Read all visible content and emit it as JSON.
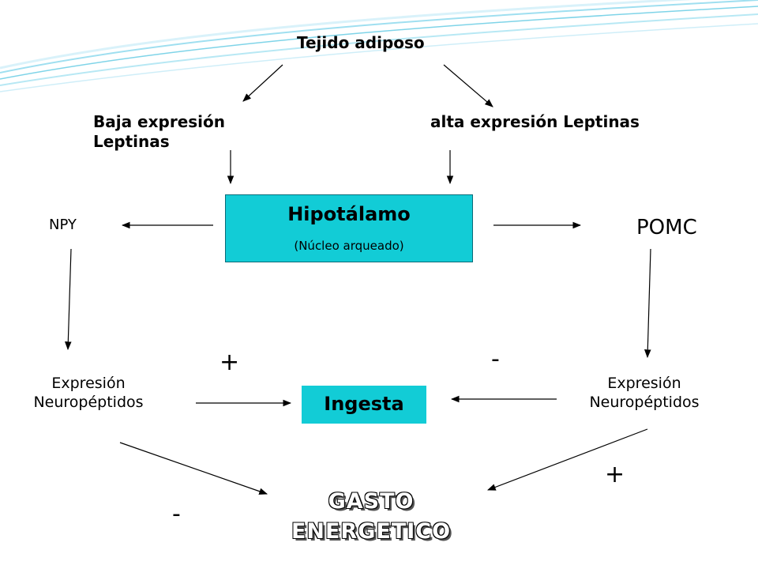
{
  "diagram": {
    "source": "Tejido adiposo",
    "low_leptin": "Baja expresión Leptinas",
    "high_leptin": "alta expresión Leptinas",
    "hypothalamus_title": "Hipotálamo",
    "hypothalamus_subtitle": "(Núcleo arqueado)",
    "npy": "NPY",
    "pomc": "POMC",
    "expression_left": "Expresión Neuropéptidos",
    "expression_right": "Expresión Neuropéptidos",
    "intake": "Ingesta",
    "energy_expenditure": "GASTO ENERGETICO",
    "sign_npy_intake": "+",
    "sign_pomc_intake": "-",
    "sign_pomc_expenditure": "+",
    "sign_npy_expenditure": "-"
  },
  "colors": {
    "box_fill": "#12ccd6",
    "swoosh": "#7fd4e8"
  }
}
